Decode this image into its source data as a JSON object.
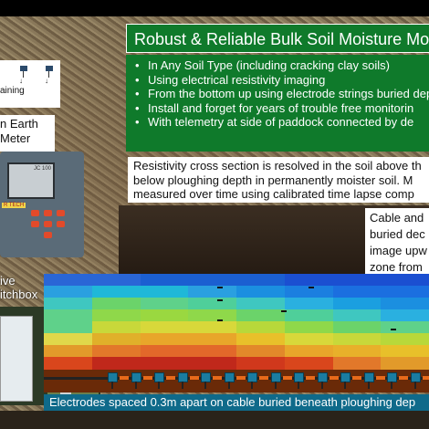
{
  "title": "Robust & Reliable Bulk Soil Moisture Mon",
  "bullets": [
    "In Any Soil Type (including cracking clay soils)",
    "Using electrical resistivity imaging",
    "From the bottom up using electrode strings buried depth.",
    "Install and forget for years of trouble free monitorin",
    "With telemetry at side of paddock connected by de"
  ],
  "resistivity_text": "Resistivity cross section is resolved in the soil above th below ploughing depth in permanently moister soil. M measured over time using calibrated time lapse comp",
  "cable_text": [
    "Cable and",
    "buried dec",
    "image upw",
    "zone from"
  ],
  "drain_label": "aining",
  "meter_label": [
    "n Earth",
    "Meter"
  ],
  "switchbox_label": [
    "ive",
    "itchbox"
  ],
  "device_label": "R TECH",
  "device_screen_text": "JC 100",
  "electrode_caption": "Electrodes spaced 0.3m apart on cable buried beneath ploughing dep",
  "colors": {
    "title_bg": "#0f7a2b",
    "caption_bg": "#0f6a8a",
    "electrode": "#1a7ca0",
    "section_dry": "#c0281b",
    "section_wet": "#1b5fd1"
  },
  "icons": [
    "soil-sensor-icon",
    "electrode-icon"
  ]
}
